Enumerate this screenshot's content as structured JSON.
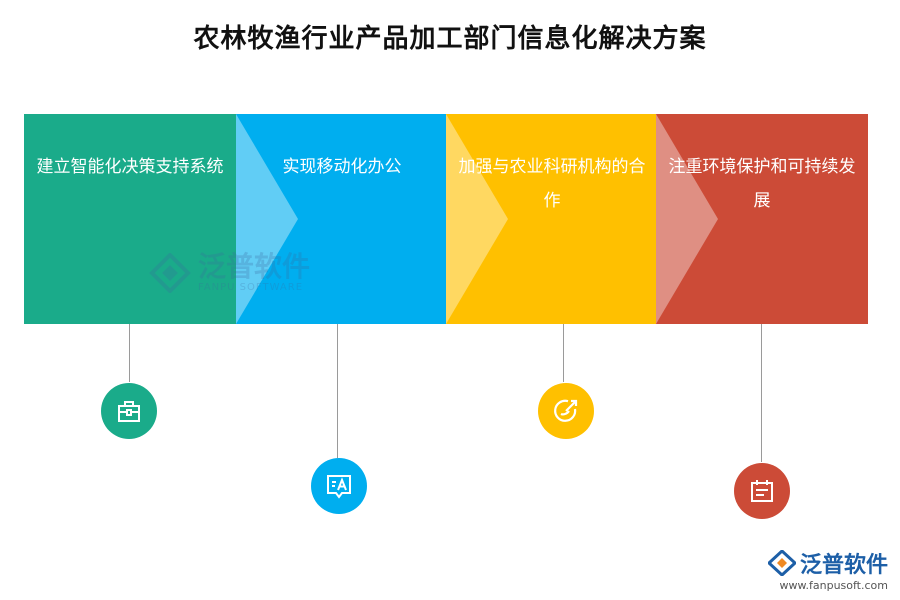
{
  "title": "农林牧渔行业产品加工部门信息化解决方案",
  "steps": [
    {
      "label": "建立智能化决策支持系统",
      "color": "#1aab8a",
      "icon": "briefcase-icon"
    },
    {
      "label": "实现移动化办公",
      "color": "#00aeef",
      "icon": "message-a-icon"
    },
    {
      "label": "加强与农业科研机构的合作",
      "color": "#ffc000",
      "icon": "target-arrow-icon"
    },
    {
      "label": "注重环境保护和可持续发展",
      "color": "#cc4b37",
      "icon": "calendar-icon"
    }
  ],
  "watermark": {
    "name": "泛普软件",
    "english": "FANPU SOFTWARE"
  },
  "logo": {
    "name": "泛普软件",
    "url": "www.fanpusoft.com"
  }
}
